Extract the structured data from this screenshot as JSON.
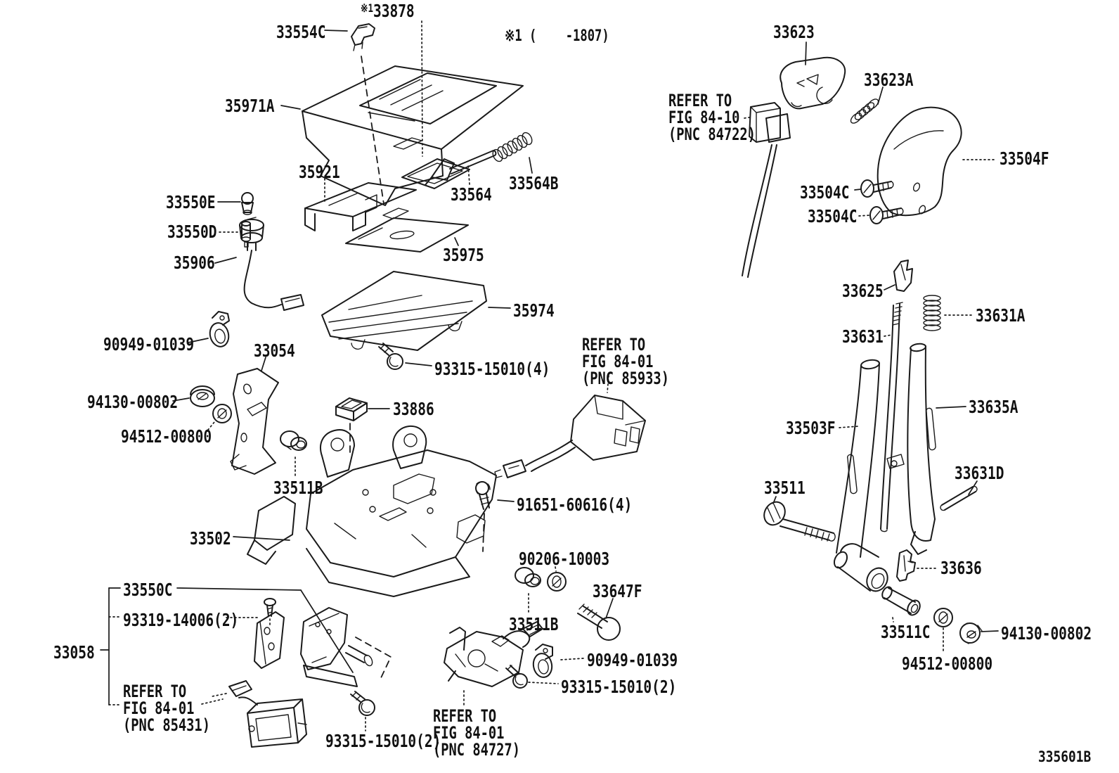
{
  "diagram": {
    "figure_code": "335601B",
    "applicability_note": "※1 (    -1807)"
  },
  "callouts": {
    "c33554C": {
      "text": "33554C"
    },
    "c33878": {
      "prefix": "※1",
      "text": "33878"
    },
    "c35971A": {
      "text": "35971A"
    },
    "c35921": {
      "text": "35921"
    },
    "c33564": {
      "text": "33564"
    },
    "c33564B": {
      "text": "33564B"
    },
    "c33550E": {
      "text": "33550E"
    },
    "c33550D": {
      "text": "33550D"
    },
    "c35975": {
      "text": "35975"
    },
    "c35906": {
      "text": "35906"
    },
    "c35974": {
      "text": "35974"
    },
    "c90949_01039_a": {
      "text": "90949-01039"
    },
    "c33054": {
      "text": "33054"
    },
    "c93315_15010_4": {
      "text": "93315-15010(4)"
    },
    "c94130_00802_a": {
      "text": "94130-00802"
    },
    "c33886": {
      "text": "33886"
    },
    "c94512_00800_a": {
      "text": "94512-00800"
    },
    "c33511B_a": {
      "text": "33511B"
    },
    "c91651_60616_4": {
      "text": "91651-60616(4)"
    },
    "c33502": {
      "text": "33502"
    },
    "c90206_10003": {
      "text": "90206-10003"
    },
    "c33550C": {
      "text": "33550C"
    },
    "c33647F": {
      "text": "33647F"
    },
    "c93319_14006_2": {
      "text": "93319-14006(2)"
    },
    "c33511B_b": {
      "text": "33511B"
    },
    "c33058": {
      "text": "33058"
    },
    "c90949_01039_b": {
      "text": "90949-01039"
    },
    "c93315_15010_2_a": {
      "text": "93315-15010(2)"
    },
    "c93315_15010_2_b": {
      "text": "93315-15010(2)"
    },
    "c33623": {
      "text": "33623"
    },
    "c33623A": {
      "text": "33623A"
    },
    "c33504F": {
      "text": "33504F"
    },
    "c33504C_a": {
      "text": "33504C"
    },
    "c33504C_b": {
      "text": "33504C"
    },
    "c33625": {
      "text": "33625"
    },
    "c33631A": {
      "text": "33631A"
    },
    "c33631": {
      "text": "33631"
    },
    "c33635A": {
      "text": "33635A"
    },
    "c33503F": {
      "text": "33503F"
    },
    "c33631D": {
      "text": "33631D"
    },
    "c33511": {
      "text": "33511"
    },
    "c33636": {
      "text": "33636"
    },
    "c33511C": {
      "text": "33511C"
    },
    "c94130_00802_b": {
      "text": "94130-00802"
    },
    "c94512_00800_b": {
      "text": "94512-00800"
    }
  },
  "references": {
    "pnc85933": {
      "text": "REFER TO\nFIG 84-01\n(PNC 85933)"
    },
    "pnc84722": {
      "text": "REFER TO\nFIG 84-10\n(PNC 84722)"
    },
    "pnc85431": {
      "text": "REFER TO\nFIG 84-01\n(PNC 85431)"
    },
    "pnc84727": {
      "text": "REFER TO\nFIG 84-01\n(PNC 84727)"
    }
  }
}
